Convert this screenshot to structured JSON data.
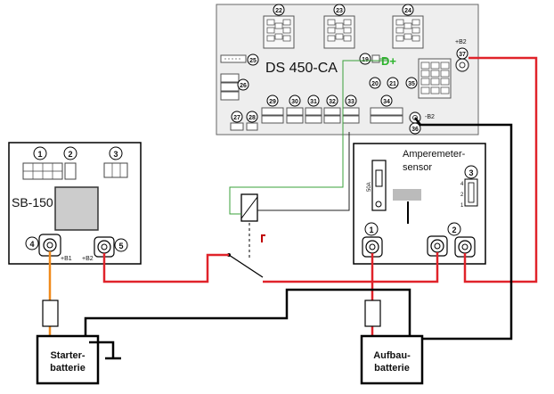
{
  "ds": {
    "title": "DS 450-CA",
    "connectors": [
      "22",
      "23",
      "24",
      "25",
      "26",
      "19",
      "20",
      "21",
      "35",
      "29",
      "30",
      "31",
      "32",
      "33",
      "34",
      "27",
      "28",
      "36",
      "37"
    ],
    "d_plus": "D+",
    "b2_right": "+B2",
    "b2_bottom": "-B2"
  },
  "sb": {
    "title": "SB-150",
    "terminals": [
      "1",
      "2",
      "3",
      "4",
      "5"
    ],
    "b1_label": "+B1",
    "b2_label": "+B2"
  },
  "ammeter": {
    "title_line1": "Amperemeter-",
    "title_line2": "sensor",
    "numbers": [
      "1",
      "2",
      "3"
    ],
    "shunt_label": "50A",
    "pins": [
      "4",
      "2",
      "1"
    ]
  },
  "batteries": {
    "starter_line1": "Starter-",
    "starter_line2": "batterie",
    "aufbau_line1": "Aufbau-",
    "aufbau_line2": "batterie"
  },
  "colors": {
    "red_wire": "#e0232a",
    "green_wire": "#3aa03a",
    "orange_wire": "#f08a1c",
    "black_wire": "#000000",
    "ds_fill": "#eeeeee",
    "d_plus_color": "#2db52d"
  }
}
